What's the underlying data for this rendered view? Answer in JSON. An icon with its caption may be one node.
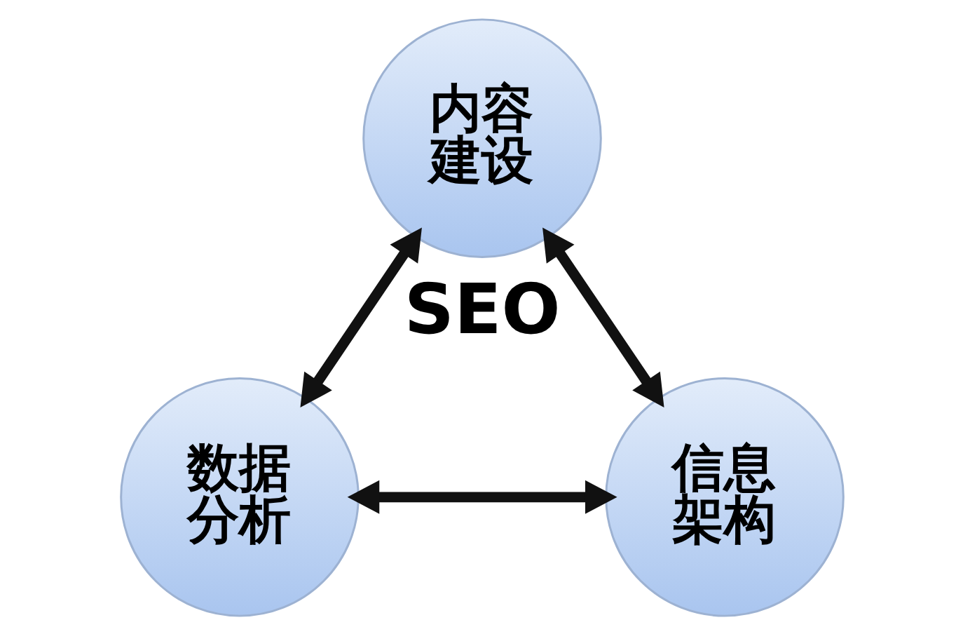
{
  "diagram": {
    "nodes": [
      {
        "text": [
          "内容建设"
        ]
      },
      {
        "text": [
          "数据分析"
        ]
      },
      {
        "text": [
          "信息架构"
        ]
      }
    ],
    "edges": [
      {
        "from": 0,
        "to": 1,
        "arrow": "both"
      },
      {
        "from": 0,
        "to": 2,
        "arrow": "both"
      },
      {
        "from": 1,
        "to": 2,
        "arrow": "both"
      }
    ],
    "labels": [
      "SEO"
    ]
  }
}
